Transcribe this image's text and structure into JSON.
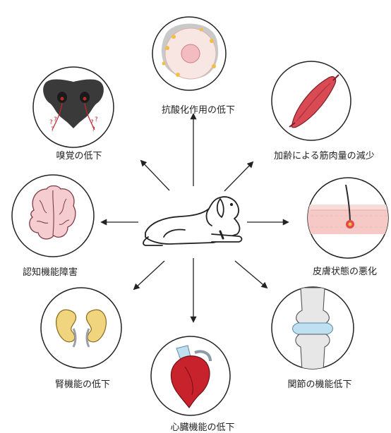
{
  "labels": {
    "antioxidant": "抗酸化作用の低下",
    "muscle": "加齢による筋肉量の減少",
    "smell": "嗅覚の低下",
    "skin": "皮膚状態の悪化",
    "cognitive": "認知機能障害",
    "kidney": "腎機能の低下",
    "joint": "関節の機能低下",
    "heart": "心臓機能の低下"
  },
  "colors": {
    "line": "#222222",
    "nose": "#3a3a3a",
    "nose_mark": "#c0282e",
    "brain": "#f5ccd0",
    "muscle": "#d94a55",
    "kidney": "#f0d57e",
    "heart": "#c8232c",
    "bone": "#e7e7e7",
    "joint": "#bfe0f0",
    "skin": "#f4c9c6",
    "cell_fill": "#f7e6e2",
    "cell_nucleus": "#f2bcc0",
    "cell_dots": "#f0c046"
  }
}
